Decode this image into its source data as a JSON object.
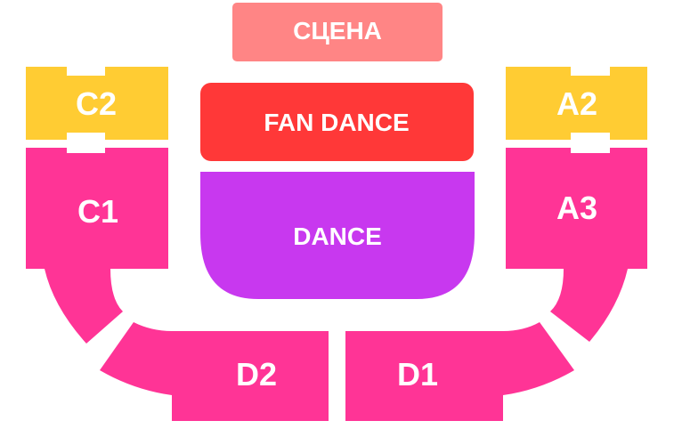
{
  "colors": {
    "stage": "#ff8585",
    "fan_dance": "#ff3838",
    "dance": "#c838ef",
    "sector_pink": "#ff3496",
    "sector_yellow": "#ffcc33",
    "label": "#ffffff"
  },
  "stage": {
    "label": "СЦЕНА"
  },
  "floor": {
    "fan_dance": "FAN DANCE",
    "dance": "DANCE"
  },
  "sectors": {
    "c2": "C2",
    "c1": "C1",
    "a2": "A2",
    "a3": "A3",
    "d2": "D2",
    "d1": "D1"
  }
}
